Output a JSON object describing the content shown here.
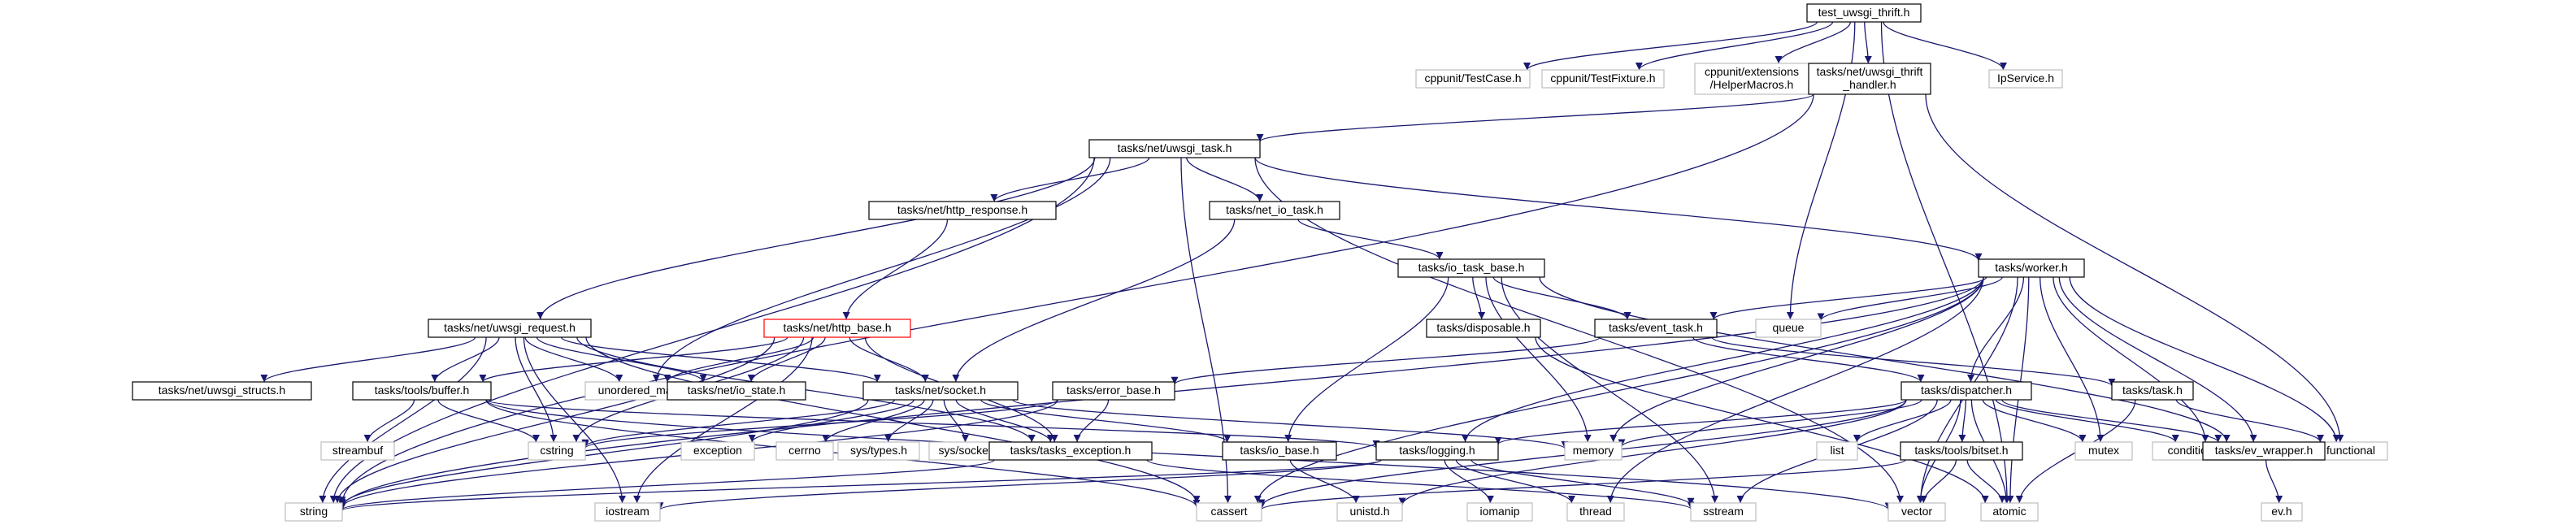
{
  "diagram": {
    "type": "include-dependency-graph",
    "root": "root",
    "colors": {
      "background": "#ffffff",
      "root_fill": "#bfbfbf",
      "edge": "#191970",
      "project_border": "#000000",
      "external_border": "#bfbfbf",
      "error_border": "#ff0000",
      "text": "#000000",
      "external_text": "#000000"
    },
    "nodes": [
      {
        "id": "root",
        "lines": [
          "test_uwsgi_thrift.h"
        ],
        "kind": "root"
      },
      {
        "id": "cppunit_testcase",
        "lines": [
          "cppunit/TestCase.h"
        ],
        "kind": "external"
      },
      {
        "id": "cppunit_testfixture",
        "lines": [
          "cppunit/TestFixture.h"
        ],
        "kind": "external"
      },
      {
        "id": "cppunit_helpermacros",
        "lines": [
          "cppunit/extensions",
          "/HelperMacros.h"
        ],
        "kind": "external"
      },
      {
        "id": "uwsgi_thrift_handler",
        "lines": [
          "tasks/net/uwsgi_thrift",
          "_handler.h"
        ],
        "kind": "project"
      },
      {
        "id": "ipservice",
        "lines": [
          "IpService.h"
        ],
        "kind": "external"
      },
      {
        "id": "uwsgi_task",
        "lines": [
          "tasks/net/uwsgi_task.h"
        ],
        "kind": "project"
      },
      {
        "id": "http_response",
        "lines": [
          "tasks/net/http_response.h"
        ],
        "kind": "project"
      },
      {
        "id": "net_io_task",
        "lines": [
          "tasks/net_io_task.h"
        ],
        "kind": "project"
      },
      {
        "id": "io_task_base",
        "lines": [
          "tasks/io_task_base.h"
        ],
        "kind": "project"
      },
      {
        "id": "worker",
        "lines": [
          "tasks/worker.h"
        ],
        "kind": "project"
      },
      {
        "id": "disposable",
        "lines": [
          "tasks/disposable.h"
        ],
        "kind": "project"
      },
      {
        "id": "event_task",
        "lines": [
          "tasks/event_task.h"
        ],
        "kind": "project"
      },
      {
        "id": "queue",
        "lines": [
          "queue"
        ],
        "kind": "external"
      },
      {
        "id": "uwsgi_request",
        "lines": [
          "tasks/net/uwsgi_request.h"
        ],
        "kind": "project"
      },
      {
        "id": "http_base",
        "lines": [
          "tasks/net/http_base.h"
        ],
        "kind": "error"
      },
      {
        "id": "uwsgi_structs",
        "lines": [
          "tasks/net/uwsgi_structs.h"
        ],
        "kind": "project"
      },
      {
        "id": "tools_buffer",
        "lines": [
          "tasks/tools/buffer.h"
        ],
        "kind": "project"
      },
      {
        "id": "unordered_map",
        "lines": [
          "unordered_map"
        ],
        "kind": "external"
      },
      {
        "id": "io_state",
        "lines": [
          "tasks/net/io_state.h"
        ],
        "kind": "project"
      },
      {
        "id": "net_socket",
        "lines": [
          "tasks/net/socket.h"
        ],
        "kind": "project"
      },
      {
        "id": "error_base",
        "lines": [
          "tasks/error_base.h"
        ],
        "kind": "project"
      },
      {
        "id": "dispatcher",
        "lines": [
          "tasks/dispatcher.h"
        ],
        "kind": "project"
      },
      {
        "id": "task",
        "lines": [
          "tasks/task.h"
        ],
        "kind": "project"
      },
      {
        "id": "functional",
        "lines": [
          "functional"
        ],
        "kind": "external"
      },
      {
        "id": "streambuf",
        "lines": [
          "streambuf"
        ],
        "kind": "external"
      },
      {
        "id": "cstring",
        "lines": [
          "cstring"
        ],
        "kind": "external"
      },
      {
        "id": "exception",
        "lines": [
          "exception"
        ],
        "kind": "external"
      },
      {
        "id": "cerrno",
        "lines": [
          "cerrno"
        ],
        "kind": "external"
      },
      {
        "id": "sys_types",
        "lines": [
          "sys/types.h"
        ],
        "kind": "external"
      },
      {
        "id": "sys_socket",
        "lines": [
          "sys/socket.h"
        ],
        "kind": "external"
      },
      {
        "id": "tasks_exception",
        "lines": [
          "tasks/tasks_exception.h"
        ],
        "kind": "project"
      },
      {
        "id": "io_base",
        "lines": [
          "tasks/io_base.h"
        ],
        "kind": "project"
      },
      {
        "id": "memory",
        "lines": [
          "memory"
        ],
        "kind": "external"
      },
      {
        "id": "logging",
        "lines": [
          "tasks/logging.h"
        ],
        "kind": "project"
      },
      {
        "id": "list",
        "lines": [
          "list"
        ],
        "kind": "external"
      },
      {
        "id": "tools_bitset",
        "lines": [
          "tasks/tools/bitset.h"
        ],
        "kind": "project"
      },
      {
        "id": "mutex",
        "lines": [
          "mutex"
        ],
        "kind": "external"
      },
      {
        "id": "condition_variable",
        "lines": [
          "condition_variable"
        ],
        "kind": "external"
      },
      {
        "id": "ev_wrapper",
        "lines": [
          "tasks/ev_wrapper.h"
        ],
        "kind": "project"
      },
      {
        "id": "string",
        "lines": [
          "string"
        ],
        "kind": "external"
      },
      {
        "id": "iostream",
        "lines": [
          "iostream"
        ],
        "kind": "external"
      },
      {
        "id": "cassert",
        "lines": [
          "cassert"
        ],
        "kind": "external"
      },
      {
        "id": "unistd",
        "lines": [
          "unistd.h"
        ],
        "kind": "external"
      },
      {
        "id": "iomanip",
        "lines": [
          "iomanip"
        ],
        "kind": "external"
      },
      {
        "id": "thread",
        "lines": [
          "thread"
        ],
        "kind": "external"
      },
      {
        "id": "sstream",
        "lines": [
          "sstream"
        ],
        "kind": "external"
      },
      {
        "id": "vector",
        "lines": [
          "vector"
        ],
        "kind": "external"
      },
      {
        "id": "atomic",
        "lines": [
          "atomic"
        ],
        "kind": "external"
      },
      {
        "id": "ev",
        "lines": [
          "ev.h"
        ],
        "kind": "external"
      }
    ],
    "edges": [
      [
        "root",
        "cppunit_testcase"
      ],
      [
        "root",
        "cppunit_testfixture"
      ],
      [
        "root",
        "cppunit_helpermacros"
      ],
      [
        "root",
        "uwsgi_thrift_handler"
      ],
      [
        "root",
        "ipservice"
      ],
      [
        "root",
        "queue"
      ],
      [
        "root",
        "atomic"
      ],
      [
        "uwsgi_thrift_handler",
        "uwsgi_task"
      ],
      [
        "uwsgi_thrift_handler",
        "string"
      ],
      [
        "uwsgi_thrift_handler",
        "functional"
      ],
      [
        "uwsgi_task",
        "http_response"
      ],
      [
        "uwsgi_task",
        "net_io_task"
      ],
      [
        "uwsgi_task",
        "worker"
      ],
      [
        "uwsgi_task",
        "uwsgi_request"
      ],
      [
        "uwsgi_task",
        "unordered_map"
      ],
      [
        "uwsgi_task",
        "string"
      ],
      [
        "uwsgi_task",
        "cassert"
      ],
      [
        "uwsgi_task",
        "vector"
      ],
      [
        "http_response",
        "http_base"
      ],
      [
        "net_io_task",
        "io_task_base"
      ],
      [
        "net_io_task",
        "net_socket"
      ],
      [
        "io_task_base",
        "disposable"
      ],
      [
        "io_task_base",
        "event_task"
      ],
      [
        "io_task_base",
        "io_base"
      ],
      [
        "io_task_base",
        "memory"
      ],
      [
        "io_task_base",
        "ev_wrapper"
      ],
      [
        "io_task_base",
        "sstream"
      ],
      [
        "worker",
        "event_task"
      ],
      [
        "worker",
        "queue"
      ],
      [
        "worker",
        "dispatcher"
      ],
      [
        "worker",
        "memory"
      ],
      [
        "worker",
        "mutex"
      ],
      [
        "worker",
        "condition_variable"
      ],
      [
        "worker",
        "ev_wrapper"
      ],
      [
        "worker",
        "functional"
      ],
      [
        "worker",
        "logging"
      ],
      [
        "worker",
        "thread"
      ],
      [
        "worker",
        "cassert"
      ],
      [
        "worker",
        "vector"
      ],
      [
        "worker",
        "atomic"
      ],
      [
        "worker",
        "string"
      ],
      [
        "disposable",
        "atomic"
      ],
      [
        "event_task",
        "error_base"
      ],
      [
        "event_task",
        "task"
      ],
      [
        "event_task",
        "dispatcher"
      ],
      [
        "uwsgi_request",
        "uwsgi_structs"
      ],
      [
        "uwsgi_request",
        "tools_buffer"
      ],
      [
        "uwsgi_request",
        "unordered_map"
      ],
      [
        "uwsgi_request",
        "io_state"
      ],
      [
        "uwsgi_request",
        "net_socket"
      ],
      [
        "uwsgi_request",
        "cstring"
      ],
      [
        "uwsgi_request",
        "tasks_exception"
      ],
      [
        "uwsgi_request",
        "string"
      ],
      [
        "uwsgi_request",
        "iostream"
      ],
      [
        "uwsgi_request",
        "cassert"
      ],
      [
        "http_base",
        "tools_buffer"
      ],
      [
        "http_base",
        "unordered_map"
      ],
      [
        "http_base",
        "io_state"
      ],
      [
        "http_base",
        "net_socket"
      ],
      [
        "http_base",
        "tasks_exception"
      ],
      [
        "http_base",
        "cstring"
      ],
      [
        "http_base",
        "iostream"
      ],
      [
        "http_base",
        "string"
      ],
      [
        "tools_buffer",
        "streambuf"
      ],
      [
        "tools_buffer",
        "cstring"
      ],
      [
        "tools_buffer",
        "logging"
      ],
      [
        "tools_buffer",
        "vector"
      ],
      [
        "tools_buffer",
        "cassert"
      ],
      [
        "net_socket",
        "cstring"
      ],
      [
        "net_socket",
        "exception"
      ],
      [
        "net_socket",
        "cerrno"
      ],
      [
        "net_socket",
        "sys_types"
      ],
      [
        "net_socket",
        "sys_socket"
      ],
      [
        "net_socket",
        "tasks_exception"
      ],
      [
        "net_socket",
        "io_base"
      ],
      [
        "net_socket",
        "memory"
      ],
      [
        "net_socket",
        "string"
      ],
      [
        "error_base",
        "tasks_exception"
      ],
      [
        "error_base",
        "string"
      ],
      [
        "error_base",
        "cstring"
      ],
      [
        "dispatcher",
        "logging"
      ],
      [
        "dispatcher",
        "tools_bitset"
      ],
      [
        "dispatcher",
        "list"
      ],
      [
        "dispatcher",
        "memory"
      ],
      [
        "dispatcher",
        "mutex"
      ],
      [
        "dispatcher",
        "condition_variable"
      ],
      [
        "dispatcher",
        "ev_wrapper"
      ],
      [
        "dispatcher",
        "atomic"
      ],
      [
        "dispatcher",
        "vector"
      ],
      [
        "dispatcher",
        "cassert"
      ],
      [
        "dispatcher",
        "unistd"
      ],
      [
        "dispatcher",
        "sstream"
      ],
      [
        "task",
        "functional"
      ],
      [
        "task",
        "atomic"
      ],
      [
        "tasks_exception",
        "string"
      ],
      [
        "tasks_exception",
        "sstream"
      ],
      [
        "io_base",
        "unistd"
      ],
      [
        "logging",
        "iostream"
      ],
      [
        "logging",
        "iomanip"
      ],
      [
        "logging",
        "thread"
      ],
      [
        "logging",
        "sstream"
      ],
      [
        "logging",
        "string"
      ],
      [
        "tools_bitset",
        "vector"
      ],
      [
        "tools_bitset",
        "atomic"
      ],
      [
        "tools_bitset",
        "cassert"
      ],
      [
        "ev_wrapper",
        "ev"
      ]
    ]
  }
}
